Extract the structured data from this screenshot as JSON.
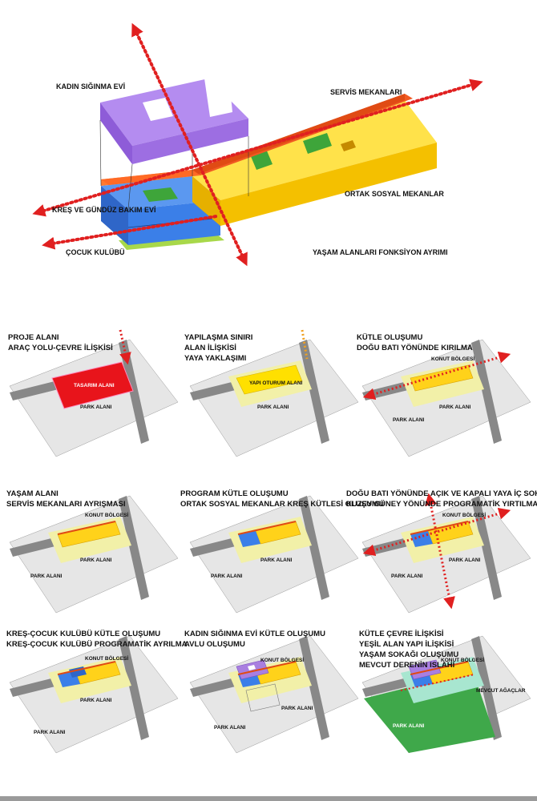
{
  "axonometric": {
    "labels": {
      "kadin": "KADIN SIĞINMA EVİ",
      "servis": "SERVİS MEKANLARI",
      "kres": "KREŞ VE GÜNDÜZ BAKIM EVİ",
      "ortak": "ORTAK SOSYAL MEKANLAR",
      "cocuk": "ÇOCUK KULÜBÜ",
      "yasam": "YAŞAM ALANLARI FONKSİYON AYRIMI"
    },
    "colors": {
      "purple": "#a97fe0",
      "orange": "#f15a22",
      "yellow": "#ffd21a",
      "blue": "#3b7fe8",
      "green": "#4caf3f",
      "lime": "#a8d84a",
      "arrow": "#e02020"
    }
  },
  "panels": [
    {
      "title1": "PROJE ALANI",
      "title2": "ARAÇ YOLU-ÇEVRE İLİŞKİSİ",
      "park": "PARK ALANI",
      "inner": "TASARIM ALANI"
    },
    {
      "title1": "YAPILAŞMA SINIRI",
      "title2": "ALAN İLİŞKİSİ",
      "title3": "YAYA YAKLAŞIMI",
      "park": "PARK ALANI",
      "inner": "YAPI OTURUM ALANI"
    },
    {
      "title1": "KÜTLE OLUŞUMU",
      "title2": "DOĞU BATI YÖNÜNDE KIRILMA",
      "konut": "KONUT BÖLGESİ",
      "park": "PARK ALANI",
      "park2": "PARK ALANI"
    },
    {
      "title1": "YAŞAM ALANI",
      "title2": "SERVİS MEKANLARI AYRIŞMASI",
      "konut": "KONUT BÖLGESİ",
      "park": "PARK ALANI",
      "park2": "PARK ALANI"
    },
    {
      "title1": "PROGRAM KÜTLE OLUŞUMU",
      "title2": "ORTAK SOSYAL MEKANLAR KREŞ KÜTLESİ OLUŞUMU",
      "park": "PARK ALANI",
      "park2": "PARK ALANI"
    },
    {
      "title1": "DOĞU BATI YÖNÜNDE AÇIK VE KAPALI YAYA İÇ SOKAĞI OLUŞUMU",
      "title2": "KUZEY GÜNEY YÖNÜNDE PROGRAMATİK YIRTILMA",
      "konut": "KONUT BÖLGESİ",
      "park": "PARK ALANI",
      "park2": "PARK ALANI"
    },
    {
      "title1": "KREŞ-ÇOCUK KULÜBÜ KÜTLE OLUŞUMU",
      "title2": "KREŞ-ÇOCUK KULÜBÜ PROGRAMATİK AYRILMA",
      "konut": "KONUT BÖLGESİ",
      "park": "PARK ALANI",
      "park2": "PARK ALANI"
    },
    {
      "title1": "KADIN SIĞINMA EVİ KÜTLE OLUŞUMU",
      "title2": "AVLU OLUŞUMU",
      "konut": "KONUT BÖLGESİ",
      "park": "PARK ALANI",
      "park2": "PARK ALANI"
    },
    {
      "title1": "KÜTLE ÇEVRE İLİŞKİSİ",
      "title2": "YEŞİL ALAN YAPI İLİŞKİSİ",
      "title3": "YAŞAM SOKAĞI OLUŞUMU",
      "title4": "MEVCUT DERENİN ISLAHI",
      "konut": "KONUT BÖLGESİ",
      "agac": "MEVCUT AĞAÇLAR",
      "park2": "PARK ALANI"
    }
  ]
}
